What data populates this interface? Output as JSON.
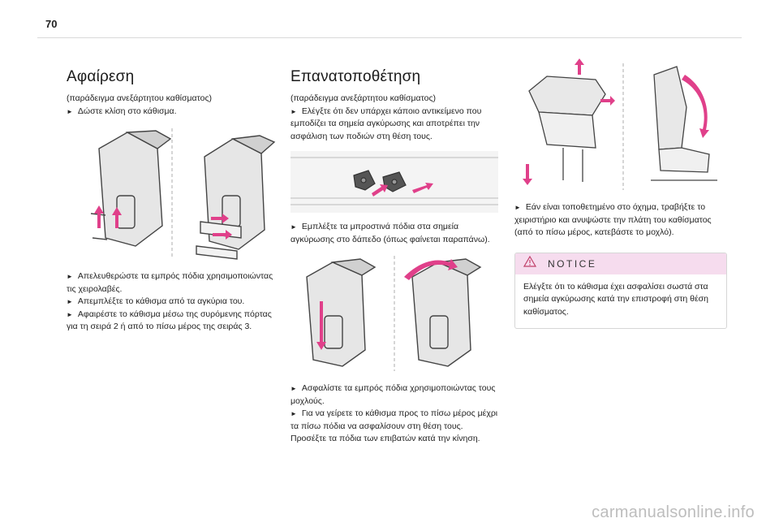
{
  "page": {
    "number": "70"
  },
  "col1": {
    "title": "Αφαίρεση",
    "subtitle": "(παράδειγμα ανεξάρτητου καθίσματος)",
    "step1": "Δώστε κλίση στο κάθισμα.",
    "step2_a": "Απελευθερώστε τα εμπρός πόδια χρησιμοποιώντας",
    "step2_b": "τις χειρολαβές.",
    "step3": "Απεμπλέξτε το κάθισμα από τα αγκύρια του.",
    "step4_a": "Αφαιρέστε το κάθισμα μέσω της συρόμενης πόρτας",
    "step4_b": "για τη σειρά 2 ή από το πίσω μέρος της σειράς 3."
  },
  "col2": {
    "title": "Επανατοποθέτηση",
    "subtitle": "(παράδειγμα ανεξάρτητου καθίσματος)",
    "step1_a": "Ελέγξτε ότι δεν υπάρχει κάποιο αντικείμενο που",
    "step1_b": "εμποδίζει τα σημεία αγκύρωσης και αποτρέπει την",
    "step1_c": "ασφάλιση των ποδιών στη θέση τους.",
    "step2_a": "Εμπλέξτε τα μπροστινά πόδια στα σημεία",
    "step2_b": "αγκύρωσης στο δάπεδο (όπως φαίνεται παραπάνω).",
    "step3_a": "Ασφαλίστε τα εμπρός πόδια χρησιμοποιώντας τους",
    "step3_b": "μοχλούς.",
    "step4_a": "Για να γείρετε το κάθισμα προς το πίσω μέρος μέχρι",
    "step4_b": "τα πίσω πόδια να ασφαλίσουν στη θέση τους.",
    "step5_a": "Προσέξτε τα πόδια των επιβατών κατά την κίνηση."
  },
  "col3": {
    "step1_a": "Εάν είναι τοποθετημένο στο όχημα, τραβήξτε το",
    "step1_b": "χειριστήριο και ανυψώστε την πλάτη του καθίσματος",
    "step1_c": "(από το πίσω μέρος, κατεβάστε το μοχλό).",
    "notice": {
      "title": "NOTICE",
      "body_a": "Ελέγξτε ότι το κάθισμα έχει ασφαλίσει σωστά στα",
      "body_b": "σημεία αγκύρωσης κατά την επιστροφή στη θέση",
      "body_c": "καθίσματος."
    }
  },
  "footer": {
    "watermark": "carmanualsonline.info"
  },
  "colors": {
    "accent_pink": "#f6dcee",
    "arrow_pink": "#e0408a"
  }
}
